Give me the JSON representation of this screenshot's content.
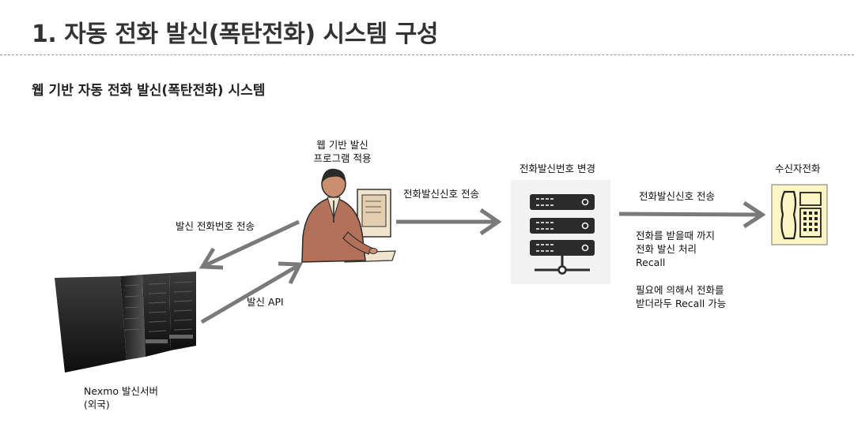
{
  "title": "1. 자동 전화 발신(폭탄전화) 시스템 구성",
  "subtitle": "웹 기반 자동 전화 발신(폭탄전화) 시스템",
  "nodes": {
    "web_program": {
      "label_line1": "웹 기반 발신",
      "label_line2": "프로그램 적용",
      "icon": "operator-at-computer-icon"
    },
    "number_changer": {
      "label": "전화발신번호 변경",
      "icon": "server-rack-icon"
    },
    "receiver": {
      "label": "수신자전화",
      "icon": "desk-phone-icon"
    },
    "nexmo": {
      "label_line1": "Nexmo 발신서버",
      "label_line2": "(외국)",
      "icon": "server-tower-icon"
    }
  },
  "edges": {
    "caller_number_send": "발신 전화번호 전송",
    "call_api": "발신 API",
    "signal_to_changer": "전화발신신호 전송",
    "signal_to_receiver": "전화발신신호 전송"
  },
  "notes": {
    "recall_line1": "전화를 받을때 까지",
    "recall_line2": "전화 발신 처리",
    "recall_line3": "Recall",
    "option_line1": "필요에 의해서 전화를",
    "option_line2": "받더라두 Recall 가능"
  },
  "colors": {
    "arrow": "#7a7a7a",
    "phone_bg": "#fdf6c4",
    "server_bg": "#f2f2f2",
    "rack_unit": "#2b2b2b",
    "title": "#333333"
  }
}
